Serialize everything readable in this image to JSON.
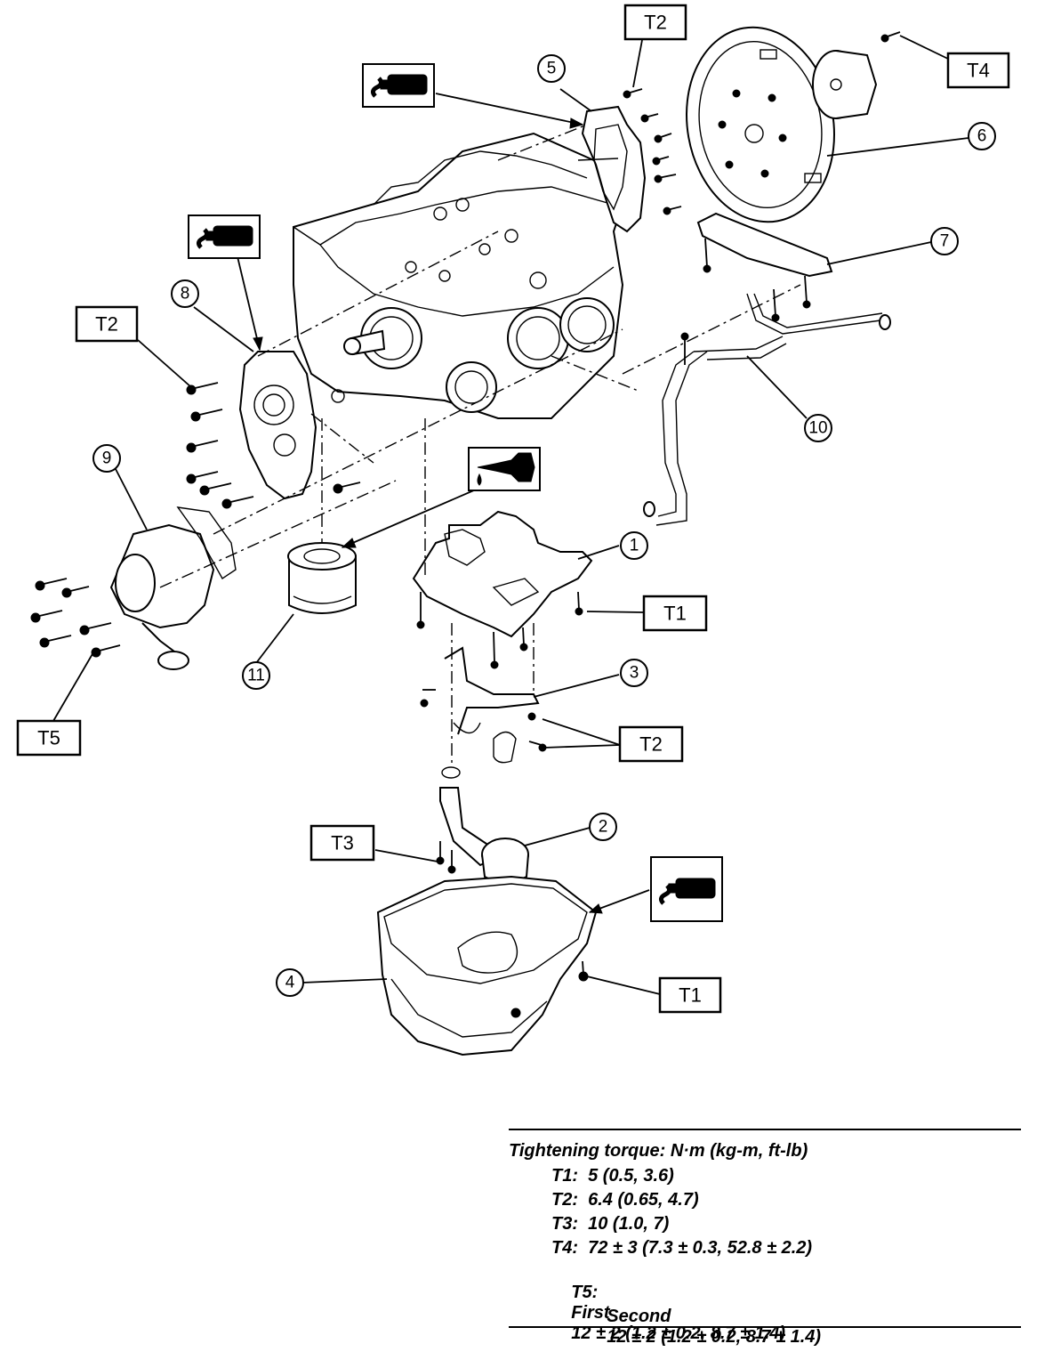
{
  "labels": {
    "t1_a": "T1",
    "t1_b": "T1",
    "t2_top": "T2",
    "t2_left": "T2",
    "t2_mid": "T2",
    "t3": "T3",
    "t4": "T4",
    "t5": "T5"
  },
  "callouts": [
    "1",
    "2",
    "3",
    "4",
    "5",
    "6",
    "7",
    "8",
    "9",
    "10",
    "11"
  ],
  "torque": {
    "title": "Tightening torque: N·m (kg-m, ft-lb)",
    "t1": "T1:  5 (0.5, 3.6)",
    "t2": "T2:  6.4 (0.65, 4.7)",
    "t3": "T3:  10 (1.0, 7)",
    "t4": "T4:  72 ± 3 (7.3 ± 0.3, 52.8 ± 2.2)",
    "t5_key": "T5:",
    "t5_first_label": "First",
    "t5_first_value": "12 ± 2 (1.2 ± 0.2, 8.7 ± 1.4)",
    "t5_second_label": "Second",
    "t5_second_value": "12 ± 2 (1.2 ± 0.2, 8.7 ± 1.4)"
  },
  "icons": [
    "sealant-icon",
    "sealant-icon",
    "sealant-icon",
    "oil-icon"
  ]
}
